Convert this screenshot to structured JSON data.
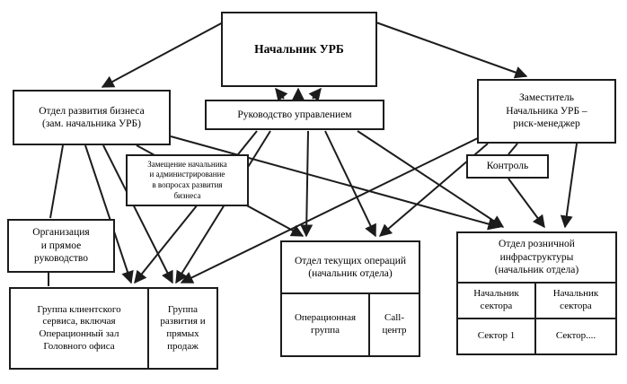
{
  "nodes": {
    "head_urb": {
      "label": "Начальник УРБ"
    },
    "business_dev": {
      "label": "Отдел развития бизнеса\n(зам. начальника УРБ)"
    },
    "management": {
      "label": "Руководство управлением"
    },
    "deputy_risk": {
      "label": "Заместитель\nНачальника УРБ –\nриск-менеджер"
    },
    "substitution": {
      "label": "Замещение начальника\nи администрирование\nв вопросах развития\nбизнеса"
    },
    "control": {
      "label": "Контроль"
    },
    "organization": {
      "label": "Организация\nи прямое\nруководство"
    },
    "client_service_group": {
      "label": "Группа клиентского\nсервиса, включая\nОперационный зал\nГоловного офиса"
    },
    "dev_sales_group": {
      "label": "Группа\nразвития и\nпрямых\nпродаж"
    },
    "current_ops": {
      "label": "Отдел текущих операций\n(начальник отдела)"
    },
    "operational_group": {
      "label": "Операционная\nгруппа"
    },
    "call_center": {
      "label": "Call-\nцентр"
    },
    "retail_infra": {
      "label": "Отдел розничной\nинфраструктуры\n(начальник отдела)"
    },
    "sector_head_1": {
      "label": "Начальник\nсектора"
    },
    "sector_head_2": {
      "label": "Начальник\nсектора"
    },
    "sector_1": {
      "label": "Сектор 1"
    },
    "sector_more": {
      "label": "Сектор...."
    }
  },
  "edges": [
    {
      "from": "head_urb",
      "to": "business_dev"
    },
    {
      "from": "head_urb",
      "to": "deputy_risk"
    },
    {
      "from": "management",
      "to": "head_urb"
    },
    {
      "from": "management",
      "to": "client_service_group"
    },
    {
      "from": "management",
      "to": "dev_sales_group"
    },
    {
      "from": "management",
      "to": "current_ops"
    },
    {
      "from": "management",
      "to": "retail_infra"
    },
    {
      "from": "business_dev",
      "to": "client_service_group"
    },
    {
      "from": "business_dev",
      "to": "dev_sales_group"
    },
    {
      "from": "business_dev",
      "to": "current_ops"
    },
    {
      "from": "business_dev",
      "to": "retail_infra"
    },
    {
      "from": "business_dev",
      "to": "organization"
    },
    {
      "from": "deputy_risk",
      "to": "current_ops"
    },
    {
      "from": "deputy_risk",
      "to": "dev_sales_group"
    },
    {
      "from": "deputy_risk",
      "to": "control"
    },
    {
      "from": "control",
      "to": "retail_infra"
    }
  ],
  "colors": {
    "stroke": "#1c1c1c",
    "background": "#ffffff"
  }
}
